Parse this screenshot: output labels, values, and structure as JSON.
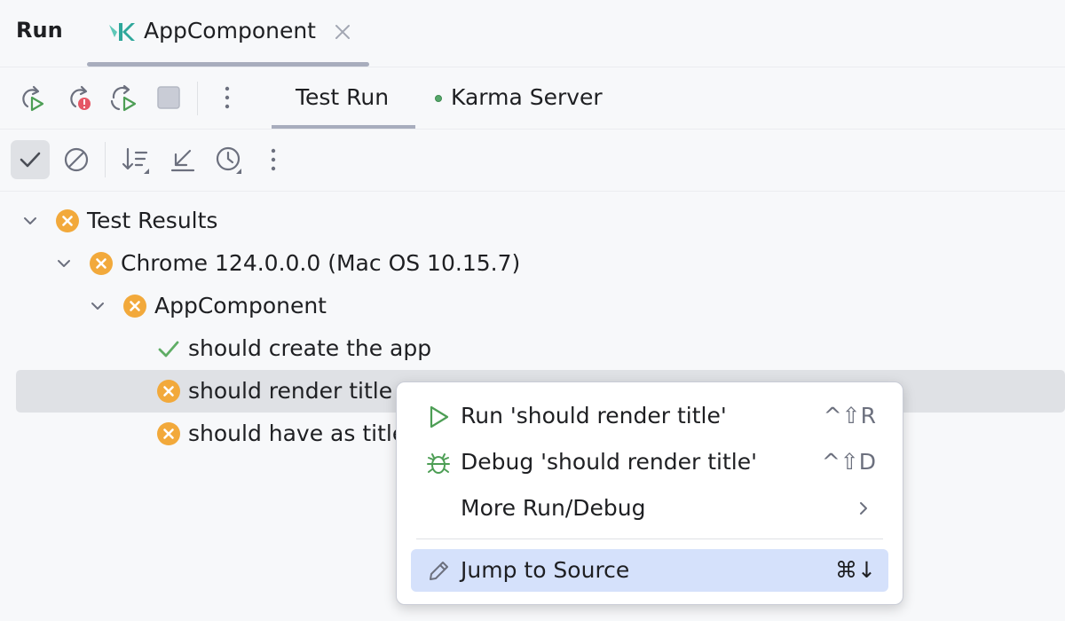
{
  "header": {
    "tool_window_title": "Run",
    "tab": {
      "label": "AppComponent",
      "icon": "karma-k-icon"
    }
  },
  "toolbar": {
    "buttons": [
      "rerun-icon",
      "rerun-failed-icon",
      "toggle-auto-test-icon",
      "stop-icon",
      "more-vertical-icon"
    ],
    "tabs": [
      {
        "label": "Test Run",
        "active": true
      },
      {
        "label": "Karma Server",
        "active": false,
        "status_color": "#55a76a"
      }
    ]
  },
  "filters": {
    "buttons": [
      "show-passed-check-icon",
      "show-ignored-icon",
      "sort-icon",
      "collapse-all-icon",
      "history-icon",
      "more-vertical-icon"
    ]
  },
  "tree": {
    "nodes": [
      {
        "label": "Test Results",
        "status": "failed",
        "expanded": true,
        "level": 0
      },
      {
        "label": "Chrome 124.0.0.0 (Mac OS 10.15.7)",
        "status": "failed",
        "expanded": true,
        "level": 1
      },
      {
        "label": "AppComponent",
        "status": "failed",
        "expanded": true,
        "level": 2
      },
      {
        "label": "should create the app",
        "status": "passed",
        "level": 3
      },
      {
        "label": "should render title",
        "status": "failed",
        "level": 3,
        "selected": true
      },
      {
        "label": "should have as title",
        "status": "failed",
        "level": 3
      }
    ]
  },
  "context_menu": {
    "items": [
      {
        "label": "Run 'should render title'",
        "shortcut": "^⇧R",
        "icon": "run-play-icon"
      },
      {
        "label": "Debug 'should render title'",
        "shortcut": "^⇧D",
        "icon": "debug-bug-icon"
      },
      {
        "label": "More Run/Debug",
        "submenu": true
      },
      {
        "label": "Jump to Source",
        "shortcut": "⌘↓",
        "icon": "pencil-edit-icon",
        "highlighted": true
      }
    ]
  },
  "colors": {
    "failed": "#f2a93b",
    "passed": "#5fad65",
    "run_green": "#4d9e55",
    "error_red": "#e55765",
    "highlight": "#d5e1fb",
    "selection": "#dfe1e5"
  }
}
